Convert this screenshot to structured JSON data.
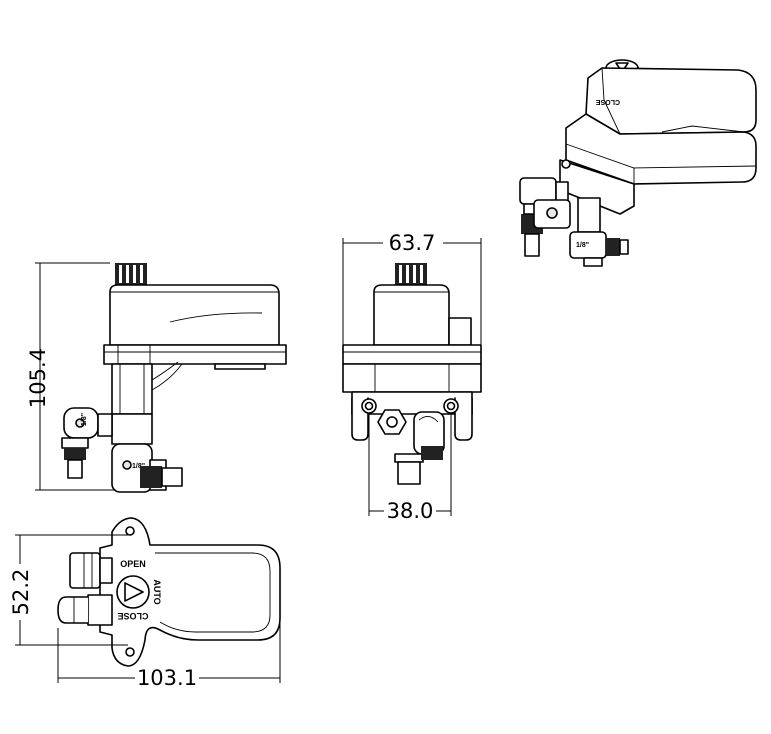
{
  "dimensions": {
    "height_side": "105.4",
    "width_front": "63.7",
    "port_spacing": "38.0",
    "depth_top": "52.2",
    "length_top": "103.1"
  },
  "knob_labels": {
    "open": "OPEN",
    "auto": "AUTO",
    "close": "CLOSE"
  },
  "fitting_labels": {
    "pipe_size": "1/8\""
  },
  "colors": {
    "line": "#000000",
    "background": "#ffffff"
  }
}
